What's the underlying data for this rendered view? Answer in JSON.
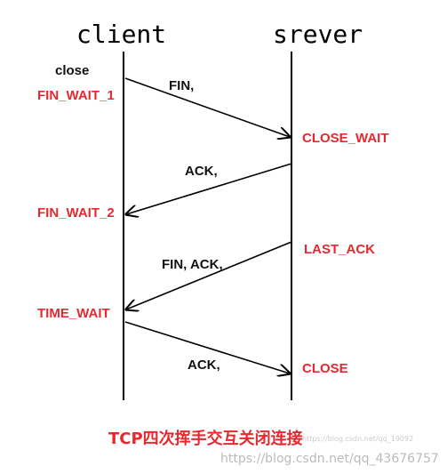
{
  "header": {
    "client": "client",
    "server": "srever"
  },
  "client_action": "close",
  "client_states": {
    "fin_wait_1": "FIN_WAIT_1",
    "fin_wait_2": "FIN_WAIT_2",
    "time_wait": "TIME_WAIT"
  },
  "server_states": {
    "close_wait": "CLOSE_WAIT",
    "last_ack": "LAST_ACK",
    "close": "CLOSE"
  },
  "messages": {
    "fin": "FIN,",
    "ack1": "ACK,",
    "fin_ack": "FIN, ACK,",
    "ack2": "ACK,"
  },
  "caption": "TCP四次挥手交互关闭连接",
  "watermark": {
    "main": "https://blog.csdn.net/qq_43676757",
    "faint": "https://blog.csdn.net/qq_19092"
  },
  "colors": {
    "state": "#e8282f",
    "line": "#000000",
    "text": "#111111"
  }
}
